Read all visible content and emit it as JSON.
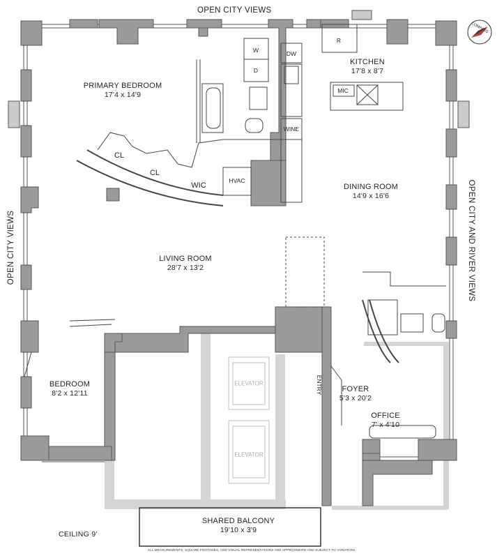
{
  "views": {
    "top": "OPEN CITY VIEWS",
    "left": "OPEN CITY VIEWS",
    "right": "OPEN CITY AND RIVER VIEWS"
  },
  "rooms": {
    "primary_bedroom": {
      "name": "PRIMARY BEDROOM",
      "dims": "17'4 x 14'9"
    },
    "kitchen": {
      "name": "KITCHEN",
      "dims": "17'8 x 8'7"
    },
    "dining_room": {
      "name": "DINING ROOM",
      "dims": "14'9 x 16'6"
    },
    "living_room": {
      "name": "LIVING ROOM",
      "dims": "28'7 x 13'2"
    },
    "bedroom": {
      "name": "BEDROOM",
      "dims": "8'2 x 12'11"
    },
    "foyer": {
      "name": "FOYER",
      "dims": "5'3 x 20'2"
    },
    "office": {
      "name": "OFFICE",
      "dims": "7' x 4'10"
    },
    "balcony": {
      "name": "SHARED BALCONY",
      "dims": "19'10 x 3'9"
    }
  },
  "fixtures": {
    "w": "W",
    "d": "D",
    "dw": "DW",
    "r": "R",
    "mic": "MIC",
    "wine": "WINE",
    "cl1": "CL",
    "cl2": "CL",
    "wic": "WIC",
    "hvac": "HVAC",
    "entry": "ENTRY",
    "elevator1": "ELEVATOR",
    "elevator2": "ELEVATOR"
  },
  "compass_label": "COMPASS",
  "ceiling": "CEILING 9'",
  "disclaimer": "ALL MEASUREMENTS, SQUARE FOOTAGES, AND VISUAL REPRESENTATIONS ARE APPROXIMATE AND SUBJECT TO VARIATION.",
  "colors": {
    "wall": "#9a9a9a",
    "wall_stroke": "#555555",
    "building_core": "#d4d4d4",
    "line": "#444444"
  }
}
